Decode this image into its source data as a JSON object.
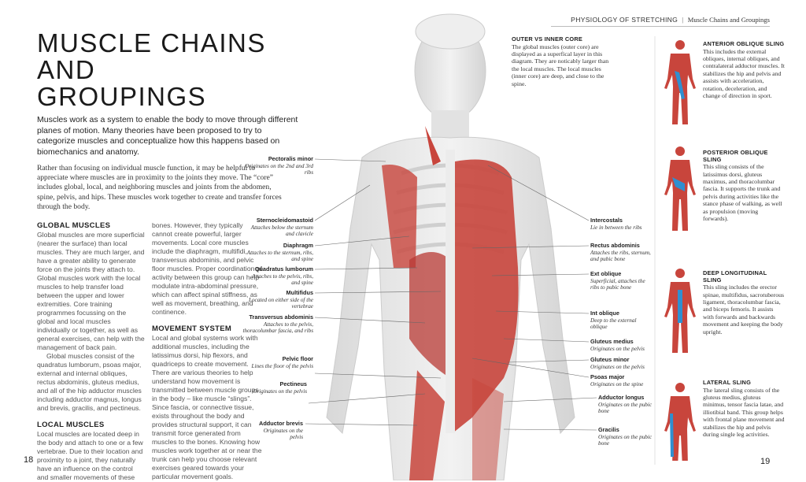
{
  "header": {
    "section": "PHYSIOLOGY OF STRETCHING",
    "chapter": "Muscle Chains and Groupings"
  },
  "title": "MUSCLE CHAINS AND GROUPINGS",
  "intro": "Muscles work as a system to enable the body to move through different planes of motion. Many theories have been proposed to try to categorize muscles and conceptualize how this happens based on biomechanics and anatomy.",
  "intro2": "Rather than focusing on individual muscle function, it may be helpful to appreciate where muscles are in proximity to the joints they move. The “core” includes global, local, and neighboring muscles and joints from the abdomen, spine, pelvis, and hips. These muscles work together to create and transfer forces through the body.",
  "global": {
    "heading": "GLOBAL MUSCLES",
    "p1": "Global muscles are more superficial (nearer the surface) than local muscles. They are much larger, and have a greater ability to generate force on the joints they attach to. Global muscles work with the local muscles to help transfer load between the upper and lower extremities. Core training programmes focussing on the global and local muscles individually or together, as well as general exercises, can help with the management of back pain.",
    "p2": "Global muscles consist of the quadratus lumborum, psoas major, external and internal obliques, rectus abdominis, gluteus medius, and all of the hip adductor muscles including adductor magnus, longus and brevis, gracilis, and pectineus."
  },
  "local": {
    "heading": "LOCAL MUSCLES",
    "p1": "Local muscles are located deep in the body and attach to one or a few vertebrae. Due to their location and proximity to a joint, they naturally have an influence on the control and smaller movements of these",
    "p2": "bones. However, they typically cannot create powerful, larger movements. Local core muscles include the diaphragm, multifidi, transversus abdominis, and pelvic floor muscles. Proper coordination of activity between this group can help modulate intra-abdominal pressure, which can affect spinal stiffness, as well as movement, breathing, and continence."
  },
  "movement": {
    "heading": "MOVEMENT SYSTEM",
    "p1": "Local and global systems work with additional muscles, including the latissimus dorsi, hip flexors, and quadriceps to create movement. There are various theories to help understand how movement is transmitted between muscle groups in the body – like muscle “slings”. Since fascia, or connective tissue, exists throughout the body and provides structural support, it can transmit force generated from muscles to the bones. Knowing how muscles work together at or near the trunk can help you choose relevant exercises geared towards your particular movement goals."
  },
  "labels_left": [
    {
      "name": "Pectoralis minor",
      "desc": "Originates on the 2nd and 3rd ribs"
    },
    {
      "name": "Sternocleidomastoid",
      "desc": "Attaches below the sternum and clavicle"
    },
    {
      "name": "Diaphragm",
      "desc": "Attaches to the sternum, ribs, and spine"
    },
    {
      "name": "Quadratus lumborum",
      "desc": "Attaches to the pelvis, ribs, and spine"
    },
    {
      "name": "Multifidus",
      "desc": "Located on either side of the vertebrae"
    },
    {
      "name": "Transversus abdominis",
      "desc": "Attaches to the pelvis, thoracolumbar fascia, and ribs"
    },
    {
      "name": "Pelvic floor",
      "desc": "Lines the floor of the pelvis"
    },
    {
      "name": "Pectineus",
      "desc": "Originates on the pelvis"
    },
    {
      "name": "Adductor brevis",
      "desc": "Originates on the pelvis"
    }
  ],
  "labels_right": [
    {
      "name": "Intercostals",
      "desc": "Lie in between the ribs"
    },
    {
      "name": "Rectus abdominis",
      "desc": "Attaches the ribs, sternum, and pubic bone"
    },
    {
      "name": "Ext oblique",
      "desc": "Superficial, attaches the ribs to pubic bone"
    },
    {
      "name": "Int oblique",
      "desc": "Deep to the external oblique"
    },
    {
      "name": "Gluteus medius",
      "desc": "Originates on the pelvis"
    },
    {
      "name": "Gluteus minor",
      "desc": "Originates on the pelvis"
    },
    {
      "name": "Psoas major",
      "desc": "Originates on the spine"
    },
    {
      "name": "Adductor longus",
      "desc": "Originates on the pubic bone"
    },
    {
      "name": "Gracilis",
      "desc": "Originates on the pubic bone"
    }
  ],
  "outer_core": {
    "heading": "OUTER VS INNER CORE",
    "text": "The global muscles (outer core) are displayed as a superfical layer in this diagram. They are noticably larger than the local muscles. The local muscles (inner core) are deep, and close to the spine."
  },
  "slings": [
    {
      "heading": "ANTERIOR OBLIQUE SLING",
      "text": "This includes the external obliques, internal obliques, and contralateral adductor muscles. It stabilizes the hip and pelvis and assists with acceleration, rotation, deceleration, and change of direction in sport."
    },
    {
      "heading": "POSTERIOR OBLIQUE SLING",
      "text": "This sling consists of the latissimus dorsi, gluteus maximus, and thoracolumbar fascia. It supports the trunk and pelvis during activities like the stance phase of walking, as well as propulsion (moving forwards)."
    },
    {
      "heading": "DEEP LONGITUDINAL SLING",
      "text": "This sling includes the erector spinae, multifidus, sacrotuberous ligament, thoracolumbar fascia, and biceps femoris. It assists with forwards and backwards movement and keeping the body upright."
    },
    {
      "heading": "LATERAL SLING",
      "text": "The lateral sling consists of the gluteus medius, gluteus minimus, tensor fascia latae, and illiotibial band. This group helps with frontal plane movement and stabilizes the hip and pelvis during single leg activities."
    }
  ],
  "page_left": "18",
  "page_right": "19",
  "colors": {
    "muscle": "#c8453c",
    "sling_highlight": "#2f8fd0",
    "body": "#e6e6e6"
  }
}
